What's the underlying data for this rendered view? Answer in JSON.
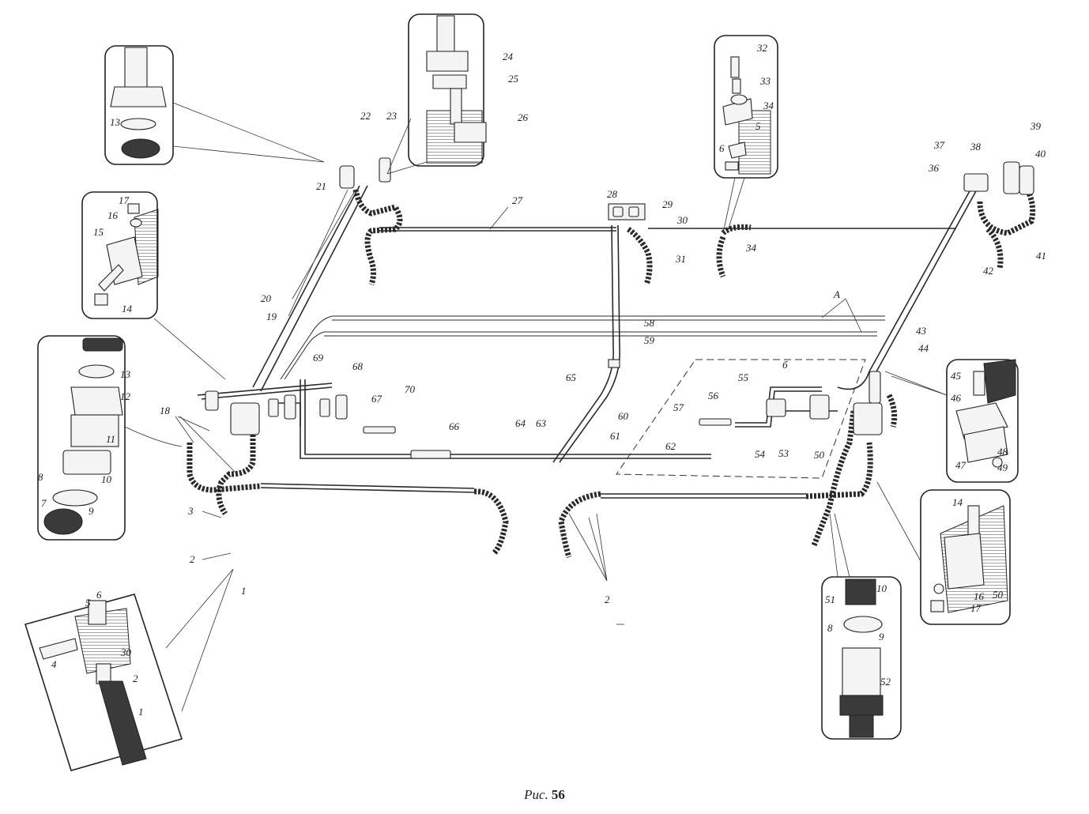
{
  "figure": {
    "caption_label": "Рис.",
    "caption_number": "56"
  },
  "callouts": {
    "n1": "1",
    "n2": "2",
    "n3": "3",
    "n4": "4",
    "n5": "5",
    "n6": "6",
    "n7": "7",
    "n8": "8",
    "n9": "9",
    "n10": "10",
    "n11": "11",
    "n12": "12",
    "n13": "13",
    "n14": "14",
    "n15": "15",
    "n16": "16",
    "n17": "17",
    "n18": "18",
    "n19": "19",
    "n20": "20",
    "n21": "21",
    "n22": "22",
    "n23": "23",
    "n24": "24",
    "n25": "25",
    "n26": "26",
    "n27": "27",
    "n28": "28",
    "n29": "29",
    "n30": "30",
    "n31": "31",
    "n32": "32",
    "n33": "33",
    "n34": "34",
    "n36": "36",
    "n37": "37",
    "n38": "38",
    "n39": "39",
    "n40": "40",
    "n41": "41",
    "n42": "42",
    "n43": "43",
    "n44": "44",
    "n45": "45",
    "n46": "46",
    "n47": "47",
    "n48": "48",
    "n49": "49",
    "n50": "50",
    "n51": "51",
    "n52": "52",
    "n53": "53",
    "n54": "54",
    "n55": "55",
    "n56": "56",
    "n57": "57",
    "n58": "58",
    "n59": "59",
    "n60": "60",
    "n61": "61",
    "n62": "62",
    "n63": "63",
    "n64": "64",
    "n65": "65",
    "n66": "66",
    "n67": "67",
    "n68": "68",
    "n69": "69",
    "n70": "70",
    "A": "А",
    "B": "б"
  }
}
